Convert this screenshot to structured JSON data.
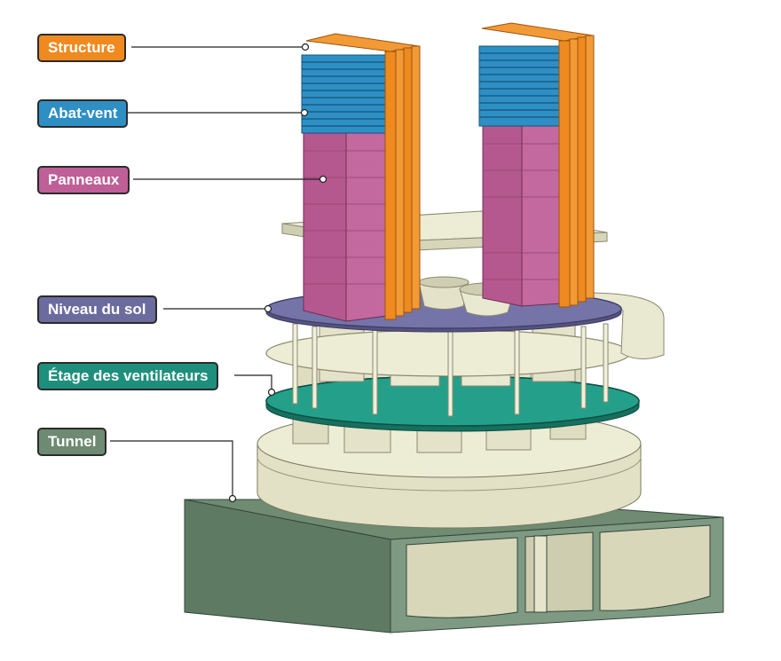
{
  "labels": {
    "structure": "Structure",
    "abat_vent": "Abat-vent",
    "panneaux": "Panneaux",
    "niveau_du_sol": "Niveau du sol",
    "etage_ventilateurs": "Étage des ventilateurs",
    "tunnel": "Tunnel"
  },
  "colors": {
    "structure": "#EE8A1F",
    "abat_vent": "#2E8FC4",
    "panneaux": "#BE5F97",
    "niveau_du_sol": "#6C6B9E",
    "etage_ventilateurs": "#1E8F7C",
    "tunnel": "#6E8A72",
    "concrete": "#E3E2C8",
    "leader_line": "#222222"
  }
}
